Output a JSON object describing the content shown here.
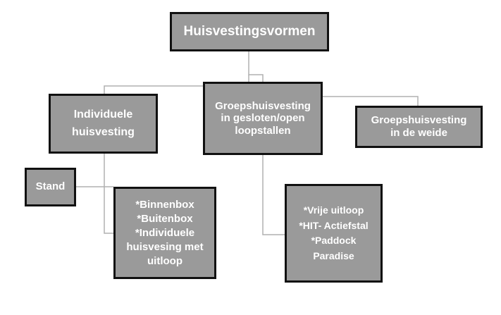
{
  "diagram": {
    "root": {
      "label": "Huisvestingsvormen"
    },
    "individual": {
      "lines": [
        "Individuele",
        "huisvesting"
      ]
    },
    "group_stable": {
      "lines": [
        "Groepshuisvesting",
        "in gesloten/open",
        "loopstallen"
      ]
    },
    "group_pasture": {
      "lines": [
        "Groepshuisvesting",
        "in de weide"
      ]
    },
    "stand": {
      "label": "Stand"
    },
    "individual_options": {
      "lines": [
        "*Binnenbox",
        "*Buitenbox",
        "*Individuele",
        "huisvesing met",
        "uitloop"
      ]
    },
    "group_options": {
      "lines": [
        "*Vrije uitloop",
        "*HIT- Actiefstal",
        "*Paddock",
        "Paradise"
      ]
    },
    "colors": {
      "box_fill": "#9a9a9a",
      "box_border": "#111111",
      "text": "#ffffff",
      "connector": "#b0b0b0"
    }
  }
}
